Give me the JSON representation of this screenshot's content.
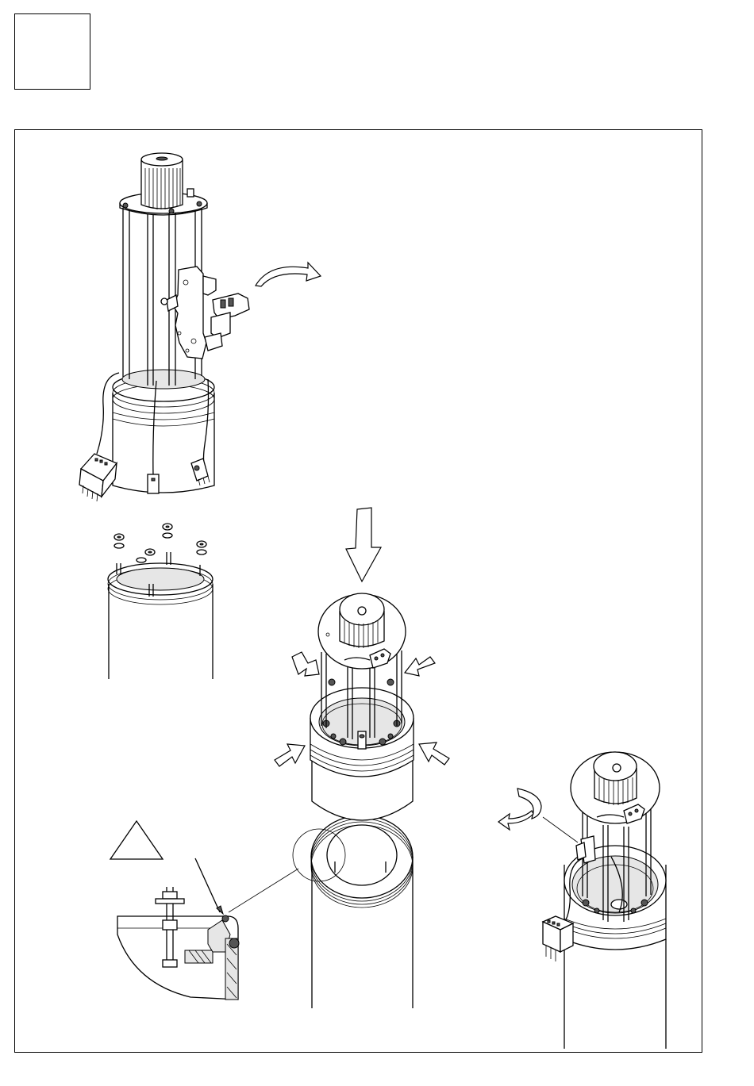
{
  "page": {
    "step_number": "",
    "background": "#ffffff",
    "line_color": "#000000"
  },
  "illustration": {
    "panels": [
      {
        "id": "top-left",
        "icon": "lamp-insert-with-mounting-plate-icon"
      },
      {
        "id": "middle-left",
        "icon": "bollard-tube-with-nuts-icon"
      },
      {
        "id": "center",
        "icon": "insert-lowered-into-tube-icon"
      },
      {
        "id": "bottom-left",
        "icon": "gasket-detail-section-icon"
      },
      {
        "id": "right",
        "icon": "insert-rotated-in-tube-icon"
      }
    ],
    "warning_symbol": "warning-triangle-icon"
  }
}
